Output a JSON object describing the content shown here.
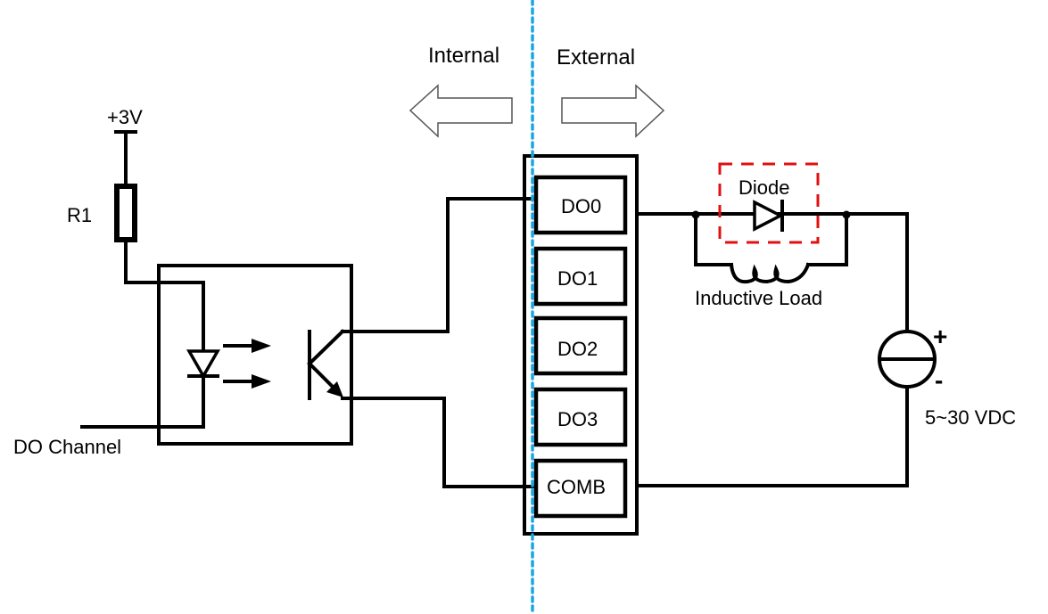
{
  "diagram": {
    "title": "",
    "regions": {
      "internal_label": "Internal",
      "external_label": "External"
    },
    "supply": {
      "vcc_label": "+3V",
      "resistor_label": "R1",
      "input_label": "DO Channel"
    },
    "terminal_block": {
      "terminals": [
        {
          "label": "DO0"
        },
        {
          "label": "DO1"
        },
        {
          "label": "DO2"
        },
        {
          "label": "DO3"
        },
        {
          "label": "COMB"
        }
      ]
    },
    "load": {
      "diode_label": "Diode",
      "inductor_label": "Inductive Load"
    },
    "source": {
      "plus_label": "+",
      "minus_label": "-",
      "voltage_label": "5~30 VDC"
    },
    "colors": {
      "boundary_line": "#1aa7e0",
      "diode_highlight": "#e01010",
      "wire": "#000000"
    }
  }
}
